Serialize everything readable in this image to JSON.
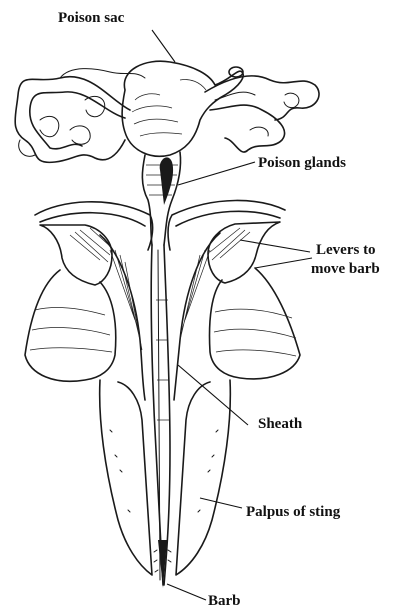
{
  "figure": {
    "labels": {
      "poison_sac": "Poison sac",
      "poison_glands": "Poison glands",
      "levers_line1": "Levers to",
      "levers_line2": "move barb",
      "sheath": "Sheath",
      "palpus": "Palpus of sting",
      "barb": "Barb"
    },
    "ink_color": "#1a1a1a",
    "background_color": "#ffffff"
  }
}
